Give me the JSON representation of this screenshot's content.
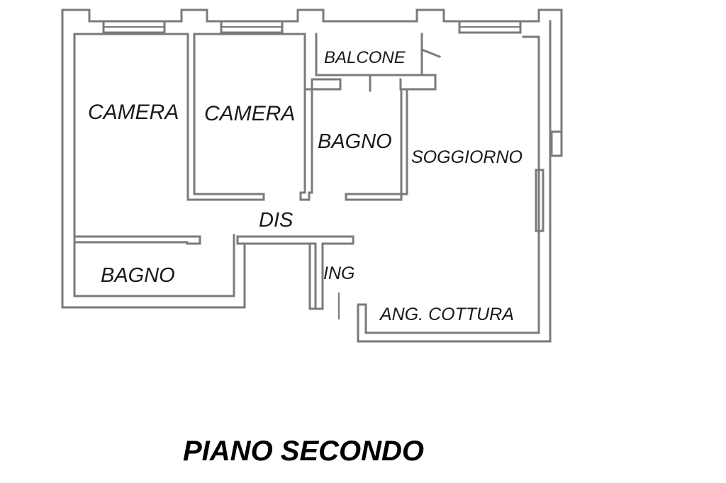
{
  "plan": {
    "title": "PIANO SECONDO",
    "rooms": {
      "camera_1": "CAMERA",
      "camera_2": "CAMERA",
      "balcone": "BALCONE",
      "bagno_top": "BAGNO",
      "soggiorno": "SOGGIORNO",
      "dis": "DIS",
      "bagno_bottom": "BAGNO",
      "ing": "ING",
      "ang_cottura": "ANG. COTTURA"
    },
    "colors": {
      "wall": "#7a7a7a",
      "wall_fill": "#ffffff",
      "text": "#1a1a1a"
    }
  }
}
